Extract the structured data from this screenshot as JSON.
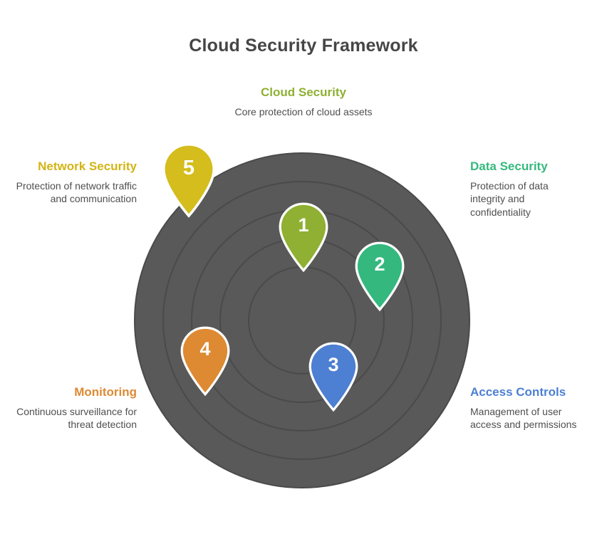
{
  "title": "Cloud Security Framework",
  "colors": {
    "title_text": "#464646",
    "circle_fill": "#595959",
    "ring_stroke": "#4a4a4a",
    "pin_outline": "#ffffff",
    "description_text": "#4f4f4f"
  },
  "items": [
    {
      "number": "1",
      "label": "Cloud Security",
      "description": "Core protection of cloud assets",
      "color": "#8fb032"
    },
    {
      "number": "2",
      "label": "Data Security",
      "description": "Protection of data integrity and confidentiality",
      "color": "#35b87e"
    },
    {
      "number": "3",
      "label": "Access Controls",
      "description": "Management of user access and permissions",
      "color": "#4d7fd2"
    },
    {
      "number": "4",
      "label": "Monitoring",
      "description": "Continuous surveillance for threat detection",
      "color": "#dd8a33"
    },
    {
      "number": "5",
      "label": "Network Security",
      "description": "Protection of network traffic and communication",
      "color": "#d4bd1d"
    }
  ]
}
